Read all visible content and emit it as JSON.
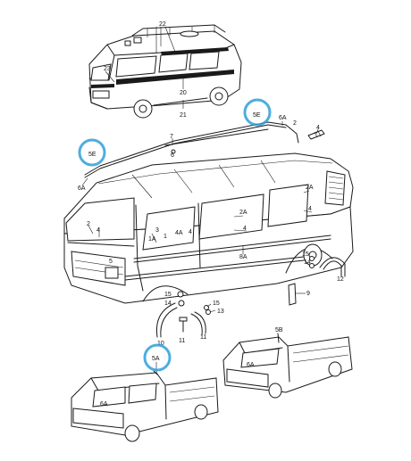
{
  "colors": {
    "ink": "#1a1a1a",
    "highlight": "#2f9fd8",
    "paper": "#ffffff"
  },
  "top_van_labels": [
    "22",
    "23",
    "20",
    "21"
  ],
  "main_van_labels": [
    "5E",
    "6A",
    "2",
    "4",
    "7",
    "6",
    "5E",
    "6A",
    "2A",
    "4",
    "2",
    "4",
    "3",
    "1",
    "1A",
    "4A",
    "4",
    "2A",
    "4",
    "5",
    "8A",
    "15",
    "14",
    "12",
    "9",
    "15",
    "15",
    "16",
    "14",
    "10",
    "13",
    "11"
  ],
  "pickup_labels": [
    "5A",
    "6A",
    "5B",
    "6A"
  ],
  "highlighted_parts": [
    "5E",
    "5E",
    "5A"
  ]
}
